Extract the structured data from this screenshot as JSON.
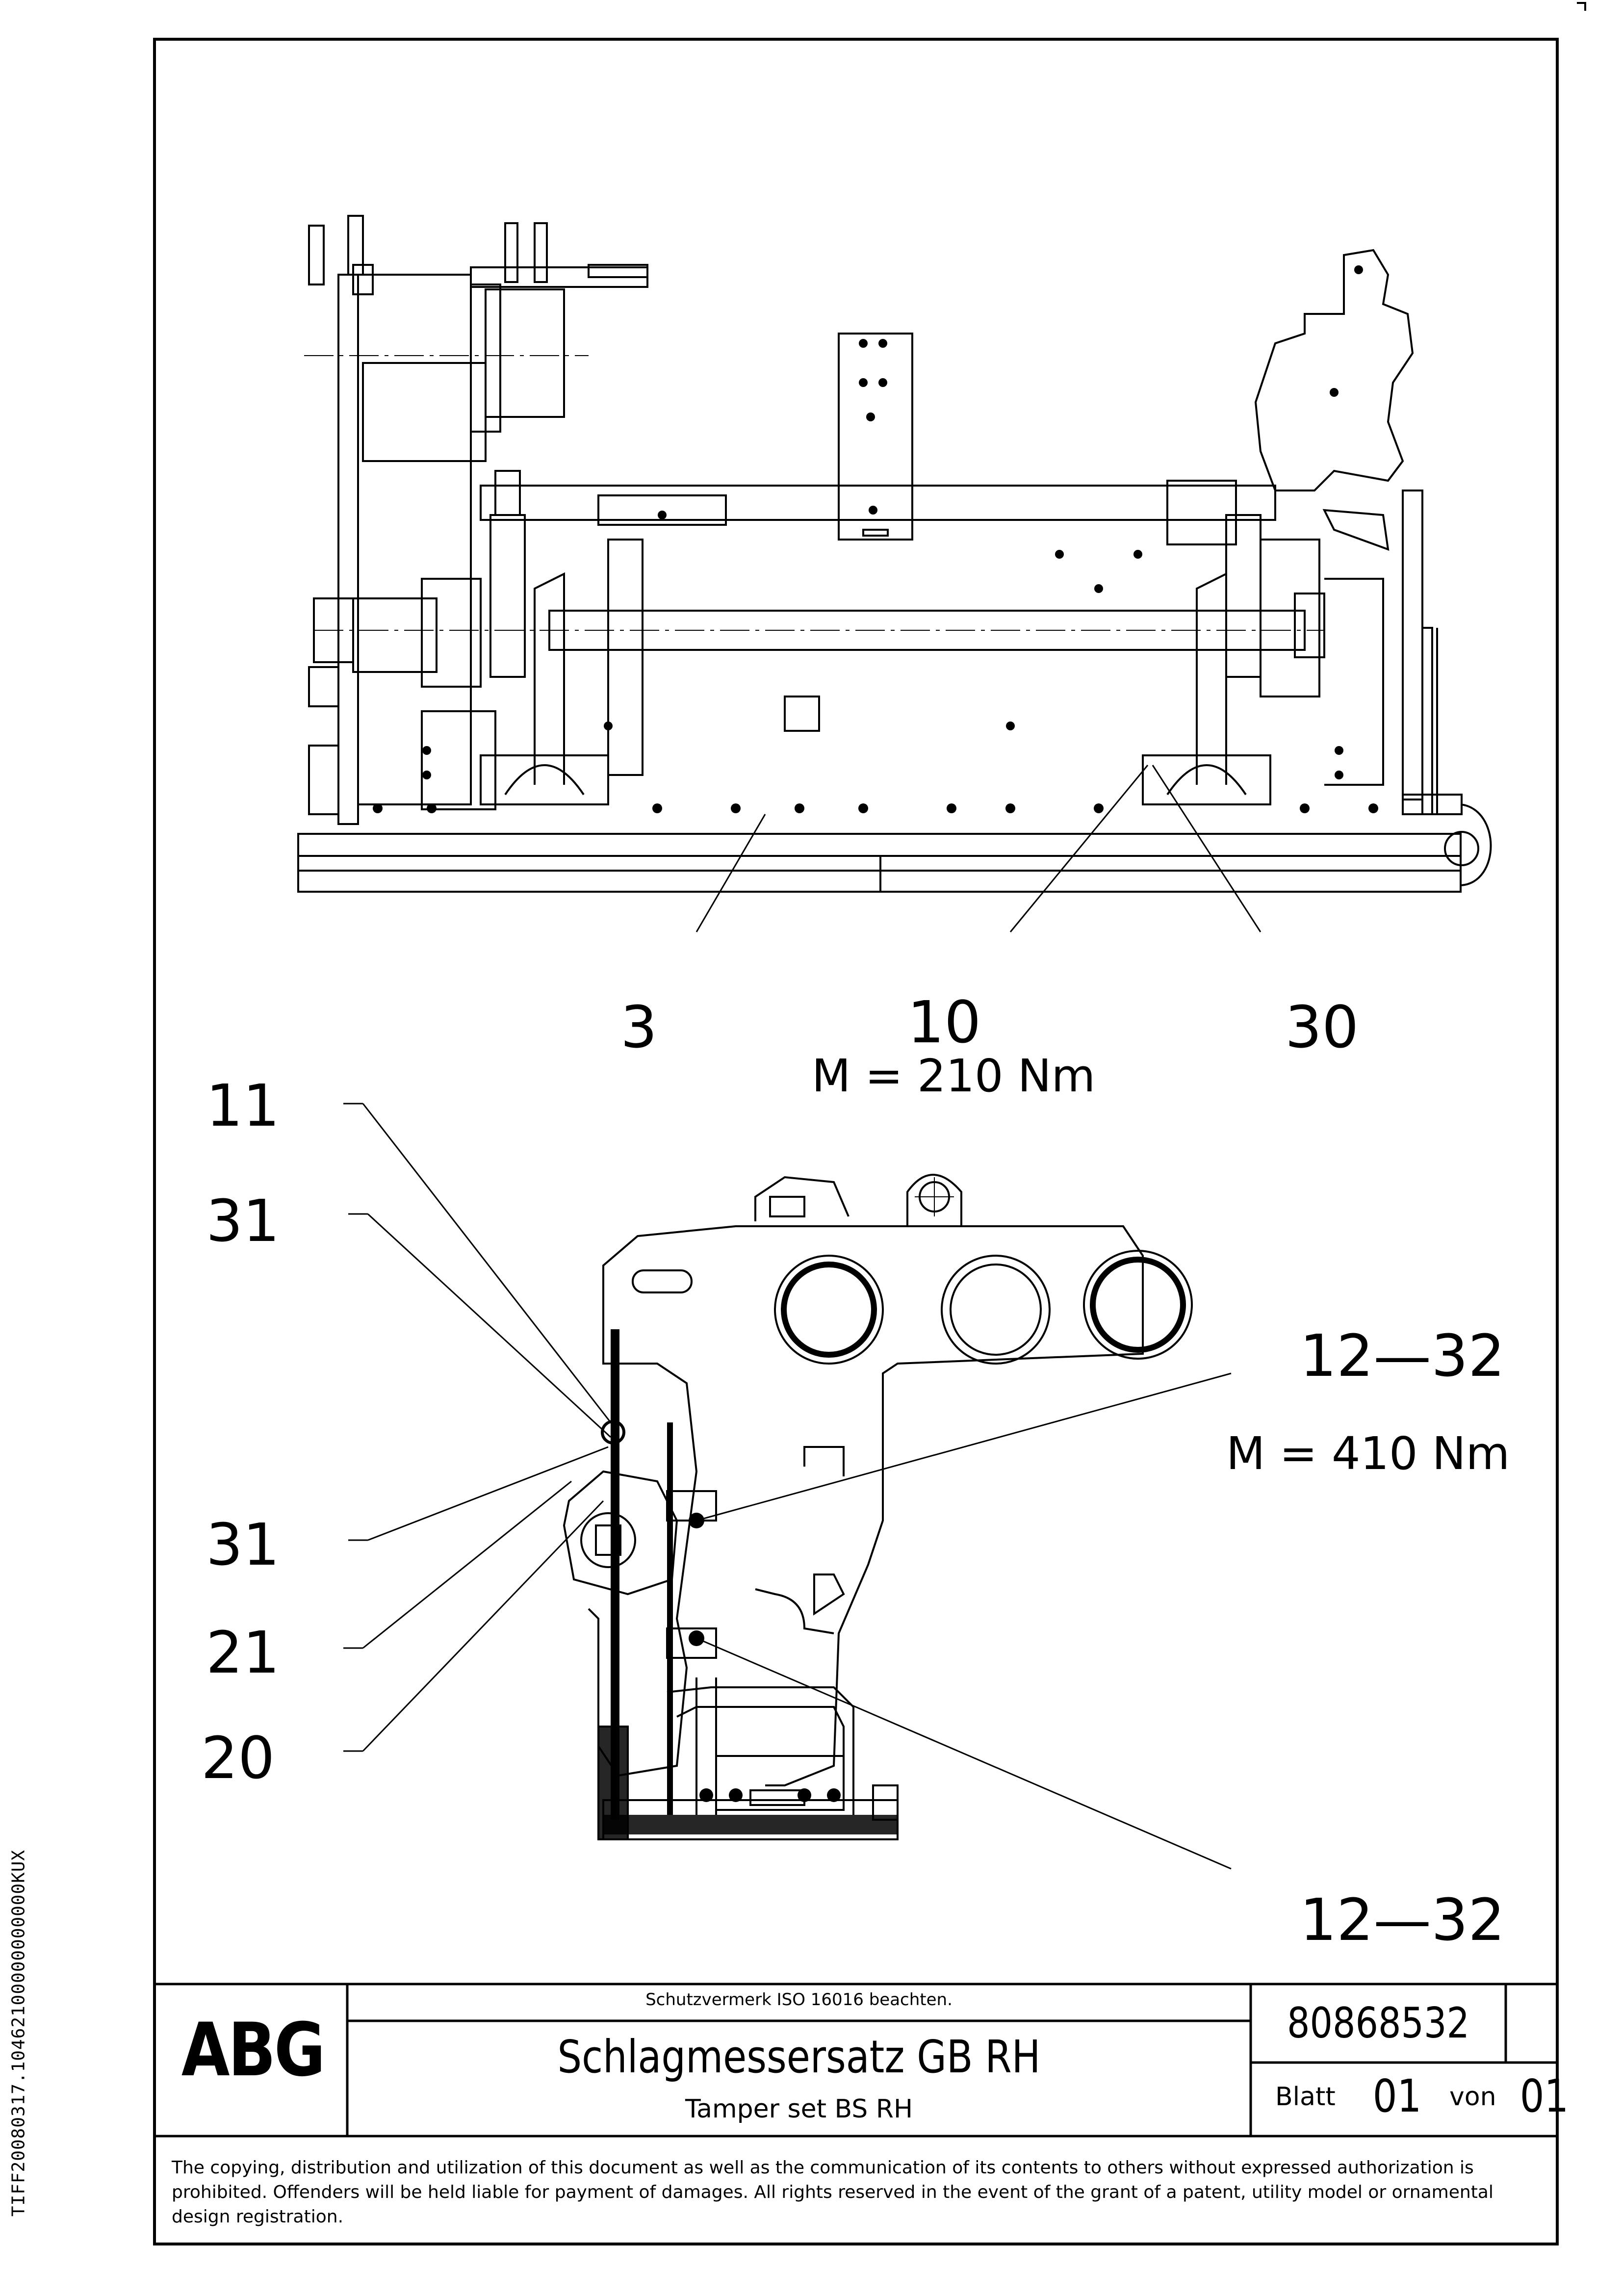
{
  "side_code": "TIFF20080317.10462100000000000KUX",
  "callouts": {
    "c3": "3",
    "c10": "10",
    "c30": "30",
    "torque1": "M = 210 Nm",
    "c11": "11",
    "c31a": "31",
    "c31b": "31",
    "c21": "21",
    "c20": "20",
    "c12_32a": "12—32",
    "torque2": "M = 410 Nm",
    "c12_32b": "12—32"
  },
  "title_block": {
    "logo": "ABG",
    "protection_note": "Schutzvermerk ISO 16016 beachten.",
    "title_de": "Schlagmessersatz GB RH",
    "title_en": "Tamper set BS RH",
    "part_number": "80868532",
    "sheet_label": "Blatt",
    "sheet_no": "01",
    "of_label": "von",
    "sheet_total": "01"
  },
  "footer": {
    "copyright": "The copying, distribution and utilization of this document as well as the communication of its contents to others without expressed authorization is prohibited. Offenders will be held liable for payment of damages. All rights reserved in the event of the grant of a patent, utility model or ornamental design registration."
  }
}
